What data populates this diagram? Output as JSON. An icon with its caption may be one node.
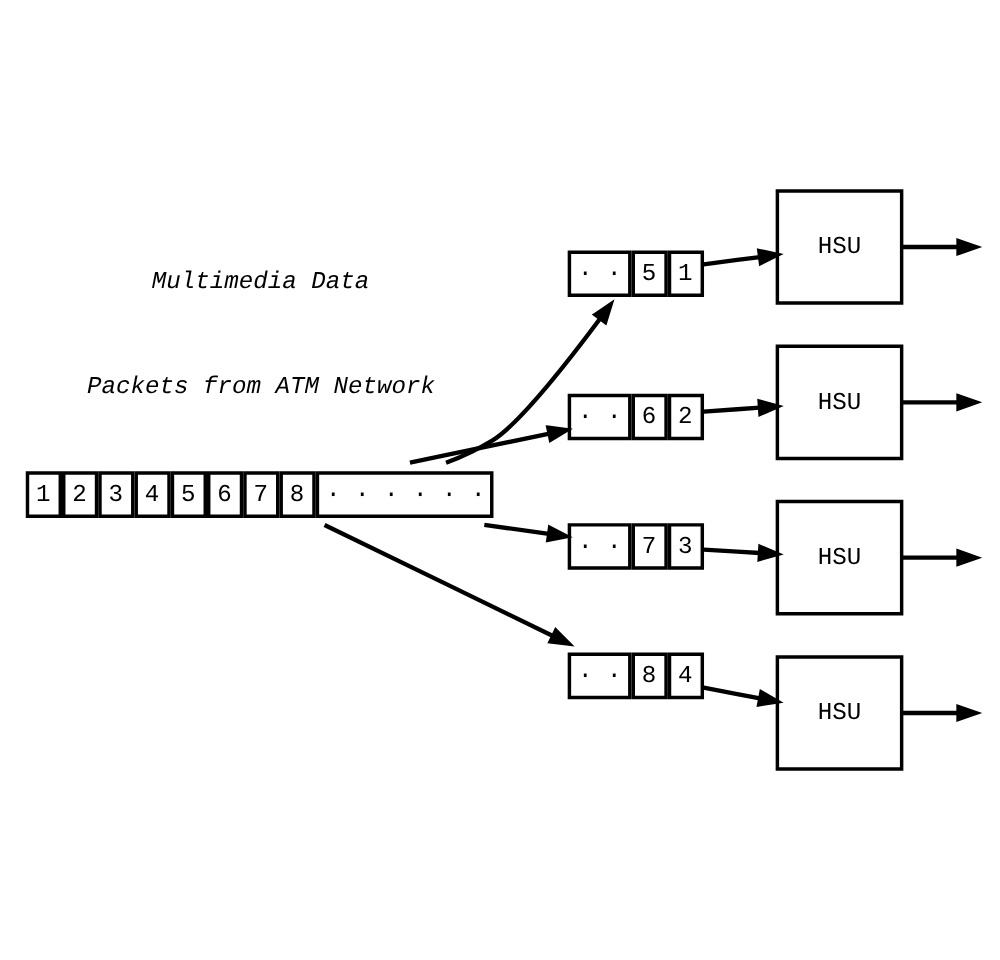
{
  "diagram": {
    "nodes": [
      {
        "text": [
          "1",
          "2",
          "3",
          "4",
          "5",
          "6",
          "7",
          "8",
          "· · · · · ·"
        ]
      },
      {
        "text": [
          "· ·",
          "5",
          "1"
        ]
      },
      {
        "text": [
          "HSU"
        ]
      },
      {
        "text": [
          "· ·",
          "6",
          "2"
        ]
      },
      {
        "text": [
          "HSU"
        ]
      },
      {
        "text": [
          "· ·",
          "7",
          "3"
        ]
      },
      {
        "text": [
          "HSU"
        ]
      },
      {
        "text": [
          "· ·",
          "8",
          "4"
        ]
      },
      {
        "text": [
          "HSU"
        ]
      }
    ],
    "edges": [
      {
        "from": 0,
        "to": 1,
        "arrow": "to"
      },
      {
        "from": 0,
        "to": 3,
        "arrow": "to"
      },
      {
        "from": 0,
        "to": 5,
        "arrow": "to"
      },
      {
        "from": 0,
        "to": 7,
        "arrow": "to"
      },
      {
        "from": 1,
        "to": 2,
        "arrow": "to"
      },
      {
        "from": 2,
        "to": null,
        "arrow": "to"
      },
      {
        "from": 3,
        "to": 4,
        "arrow": "to"
      },
      {
        "from": 4,
        "to": null,
        "arrow": "to"
      },
      {
        "from": 5,
        "to": 6,
        "arrow": "to"
      },
      {
        "from": 6,
        "to": null,
        "arrow": "to"
      },
      {
        "from": 7,
        "to": 8,
        "arrow": "to"
      },
      {
        "from": 8,
        "to": null,
        "arrow": "to"
      }
    ],
    "labels": [
      "Packets from ATM Network",
      "Multimedia Data"
    ]
  }
}
